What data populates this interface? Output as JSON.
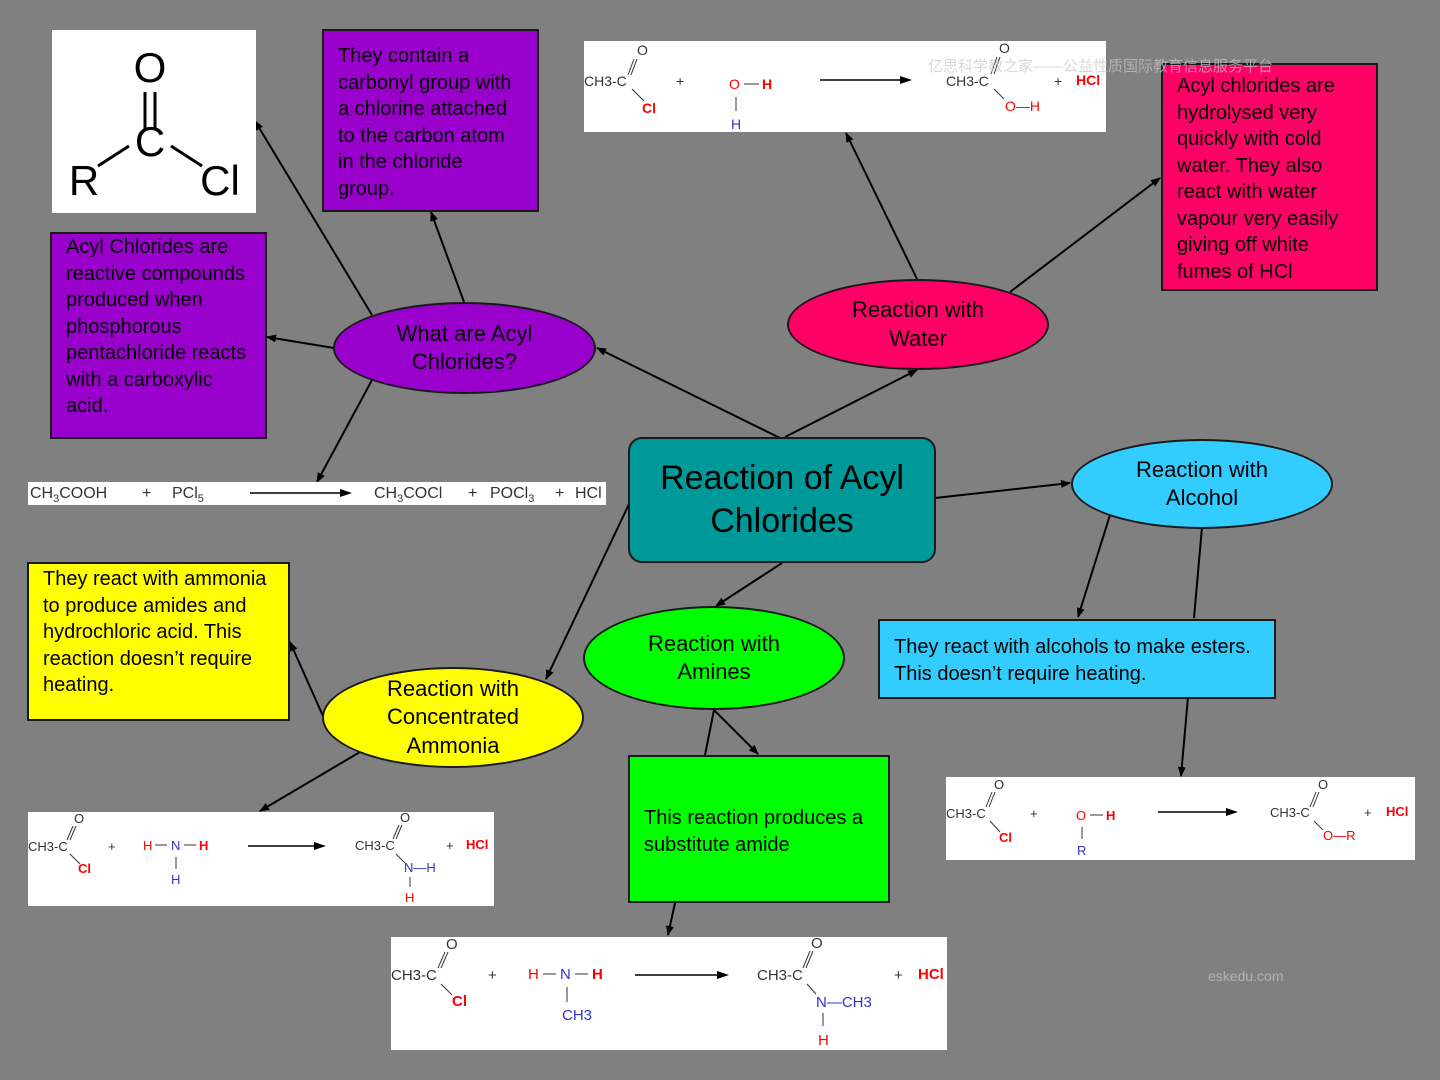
{
  "colors": {
    "background": "#808080",
    "center": "#009999",
    "purple": "#9900cc",
    "magenta": "#ff0066",
    "blue": "#33ccff",
    "green": "#00ff00",
    "yellow": "#ffff00",
    "chem_red": "#ff0000",
    "chem_blue": "#3333cc"
  },
  "center": {
    "title": "Reaction of Acyl Chlorides"
  },
  "nodes": {
    "what": "What are Acyl Chlorides?",
    "water": "Reaction with Water",
    "alcohol": "Reaction with Alcohol",
    "amines": "Reaction with Amines",
    "ammonia": "Reaction with Concentrated Ammonia"
  },
  "notes": {
    "carbonyl": "They contain a carbonyl group with a chlorine attached to the carbon atom in the chloride group.",
    "produced": "Acyl Chlorides are reactive compounds produced when phosphorous pentachloride reacts with a carboxylic acid.",
    "water": "Acyl chlorides are hydrolysed very quickly with cold water. They also react with water vapour very easily giving off white fumes of HCl",
    "alcohol": "They react with alcohols to make esters. This doesn’t require heating.",
    "amines": "This reaction produces a substitute amide",
    "ammonia": "They react with ammonia to produce amides and hydrochloric acid. This reaction doesn’t require heating."
  },
  "structure": {
    "o": "O",
    "c": "C",
    "r": "R",
    "cl": "Cl"
  },
  "equations": {
    "pcl5": {
      "reactant1": "CH",
      "reactant1_sub": "3",
      "reactant1_tail": "COOH",
      "plus": "+",
      "reactant2": "PCl",
      "reactant2_sub": "5",
      "product1": "CH",
      "product1_sub": "3",
      "product1_tail": "COCl",
      "product2": "POCl",
      "product2_sub": "3",
      "product3": "HCl"
    },
    "water": {
      "acyl": "CH3-C",
      "o": "O",
      "cl": "Cl",
      "plus": "+",
      "o2": "O",
      "h": "H",
      "product": "CH3-C",
      "oh": "O—H",
      "hcl": "HCl"
    },
    "alcohol": {
      "acyl": "CH3-C",
      "o": "O",
      "cl": "Cl",
      "plus": "+",
      "o2": "O",
      "h": "H",
      "r": "R",
      "product": "CH3-C",
      "or": "O—R",
      "hcl": "HCl"
    },
    "ammonia": {
      "acyl": "CH3-C",
      "o": "O",
      "cl": "Cl",
      "plus": "+",
      "h": "H",
      "n": "N",
      "product": "CH3-C",
      "nh": "N—H",
      "hcl": "HCl"
    },
    "amines": {
      "acyl": "CH3-C",
      "o": "O",
      "cl": "Cl",
      "plus": "+",
      "h": "H",
      "n": "N",
      "ch3": "CH3",
      "product": "CH3-C",
      "nch3": "N—CH3",
      "hcl": "HCl"
    }
  },
  "watermarks": {
    "top": "亿思科学教之家——公益性质国际教育信息服务平台",
    "bottom": "eskedu.com"
  }
}
